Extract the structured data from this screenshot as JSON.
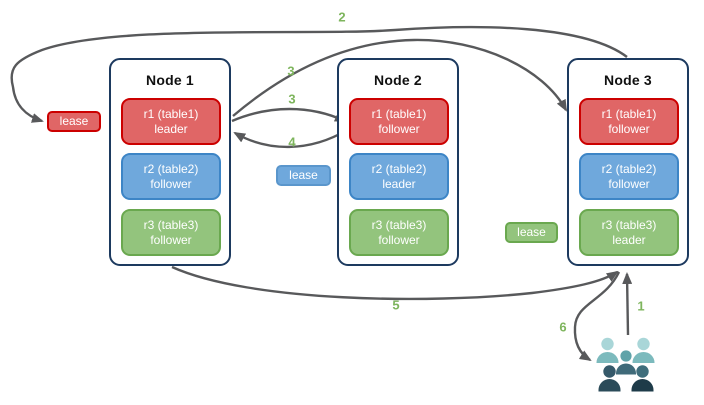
{
  "diagram": {
    "nodes": [
      {
        "title": "Node 1",
        "replicas": [
          {
            "name": "r1 (table1)",
            "role": "leader",
            "color": "#e06666"
          },
          {
            "name": "r2 (table2)",
            "role": "follower",
            "color": "#6fa8dc"
          },
          {
            "name": "r3 (table3)",
            "role": "follower",
            "color": "#93c47d"
          }
        ]
      },
      {
        "title": "Node 2",
        "replicas": [
          {
            "name": "r1 (table1)",
            "role": "follower",
            "color": "#e06666"
          },
          {
            "name": "r2 (table2)",
            "role": "leader",
            "color": "#6fa8dc"
          },
          {
            "name": "r3 (table3)",
            "role": "follower",
            "color": "#93c47d"
          }
        ]
      },
      {
        "title": "Node 3",
        "replicas": [
          {
            "name": "r1 (table1)",
            "role": "follower",
            "color": "#e06666"
          },
          {
            "name": "r2 (table2)",
            "role": "follower",
            "color": "#6fa8dc"
          },
          {
            "name": "r3 (table3)",
            "role": "leader",
            "color": "#93c47d"
          }
        ]
      }
    ],
    "leases": {
      "table1": {
        "text": "lease",
        "fill": "#e06666",
        "border": "#cc0000"
      },
      "table2": {
        "text": "lease",
        "fill": "#6fa8dc",
        "border": "#3d85c6"
      },
      "table3": {
        "text": "lease",
        "fill": "#93c47d",
        "border": "#6aa84f"
      }
    },
    "steps": {
      "step1": "1",
      "step2": "2",
      "step3_top": "3",
      "step3_mid": "3",
      "step4": "4",
      "step5": "5",
      "step6": "6"
    },
    "colors": {
      "arrow": "#58595b",
      "step_number": "#7eb55d",
      "node_border": "#1d3a5f",
      "replica_red": "#e06666",
      "replica_red_border": "#cc0000",
      "replica_blue": "#6fa8dc",
      "replica_blue_border": "#3d85c6",
      "replica_green": "#93c47d",
      "replica_green_border": "#6aa84f"
    },
    "users_icon_colors": [
      "#a9d6d8",
      "#7cbabd",
      "#5fa3a9",
      "#3f6a79",
      "#35596a",
      "#2b4b59",
      "#3f6e7c",
      "#1e3b49"
    ]
  }
}
